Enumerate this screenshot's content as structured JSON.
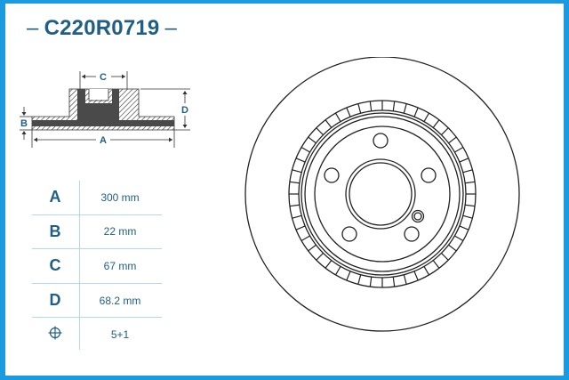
{
  "title": {
    "dash_left": "–",
    "code": "C220R0719",
    "dash_right": "–"
  },
  "profile_diagram": {
    "labels": {
      "a": "A",
      "b": "B",
      "c": "C",
      "d": "D"
    }
  },
  "specs": [
    {
      "key": "A",
      "value": "300 mm"
    },
    {
      "key": "B",
      "value": "22 mm"
    },
    {
      "key": "C",
      "value": "67 mm"
    },
    {
      "key": "D",
      "value": "68.2 mm"
    },
    {
      "key": "bolt-pattern-icon",
      "value": "5+1"
    }
  ],
  "colors": {
    "border": "#1a9be0",
    "text": "#1f5f85",
    "divider": "#b5d7ee",
    "drawing": "#222222"
  }
}
